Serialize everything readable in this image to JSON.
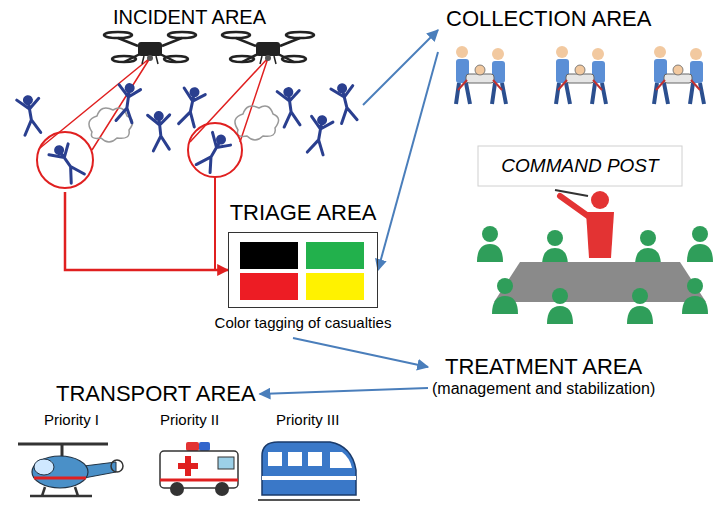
{
  "diagram": {
    "nodes": [
      {
        "text": [
          "INCIDENT AREA"
        ]
      },
      {
        "text": [
          "COLLECTION AREA"
        ]
      },
      {
        "text": [
          "COMMAND POST"
        ]
      },
      {
        "text": [
          "TRIAGE AREA",
          "Color tagging of casualties"
        ]
      },
      {
        "text": [
          "TREATMENT AREA",
          "(management and stabilization)"
        ]
      },
      {
        "text": [
          "TRANSPORT AREA"
        ]
      }
    ],
    "edges": [
      {
        "from": 0,
        "to": 1,
        "arrow": "to"
      },
      {
        "from": 1,
        "to": 3,
        "arrow": "to"
      },
      {
        "from": 0,
        "to": 3,
        "arrow": "to"
      },
      {
        "from": 3,
        "to": 4,
        "arrow": "to"
      },
      {
        "from": 4,
        "to": 5,
        "arrow": "to"
      }
    ],
    "labels": [
      "Priority I",
      "Priority II",
      "Priority III"
    ]
  }
}
